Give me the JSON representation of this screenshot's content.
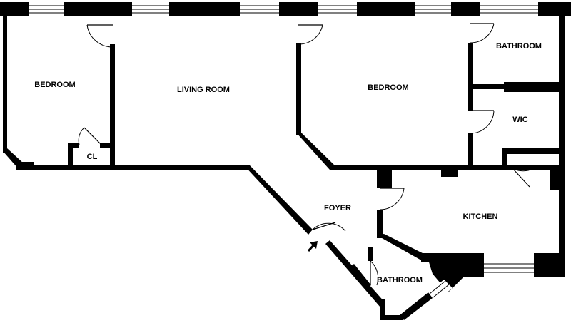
{
  "floor_plan": {
    "rooms": {
      "bedroom_left": "BEDROOM",
      "closet": "CL",
      "living_room": "LIVING ROOM",
      "bedroom_right": "BEDROOM",
      "bathroom_top": "BATHROOM",
      "wic": "WIC",
      "foyer": "FOYER",
      "kitchen": "KITCHEN",
      "bathroom_bottom": "BATHROOM"
    },
    "colors": {
      "wall": "#000000",
      "background": "#ffffff"
    },
    "icons": [
      "entry-arrow-icon"
    ]
  }
}
